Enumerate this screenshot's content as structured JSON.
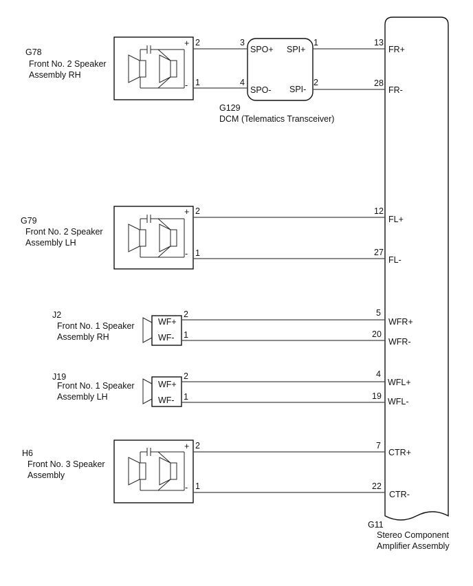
{
  "amplifier": {
    "code": "G11",
    "name_line1": "Stereo Component",
    "name_line2": "Amplifier Assembly"
  },
  "dcm": {
    "code": "G129",
    "name": "DCM (Telematics Transceiver)",
    "in_plus": "SPO+",
    "in_minus": "SPO-",
    "out_plus": "SPI+",
    "out_minus": "SPI-",
    "in_plus_pin": "3",
    "in_minus_pin": "4",
    "out_plus_pin": "1",
    "out_minus_pin": "2"
  },
  "speakers": [
    {
      "code": "G78",
      "name_line1": "Front No. 2 Speaker",
      "name_line2": "Assembly RH",
      "plus_sign": "+",
      "minus_sign": "-",
      "plus_pin": "2",
      "minus_pin": "1",
      "amp_plus_pin": "13",
      "amp_minus_pin": "28",
      "amp_plus_sig": "FR+",
      "amp_minus_sig": "FR-"
    },
    {
      "code": "G79",
      "name_line1": "Front No. 2 Speaker",
      "name_line2": "Assembly LH",
      "plus_sign": "+",
      "minus_sign": "-",
      "plus_pin": "2",
      "minus_pin": "1",
      "amp_plus_pin": "12",
      "amp_minus_pin": "27",
      "amp_plus_sig": "FL+",
      "amp_minus_sig": "FL-"
    },
    {
      "code": "J2",
      "name_line1": "Front No. 1 Speaker",
      "name_line2": "Assembly RH",
      "plus_sign": "WF+",
      "minus_sign": "WF-",
      "plus_pin": "2",
      "minus_pin": "1",
      "amp_plus_pin": "5",
      "amp_minus_pin": "20",
      "amp_plus_sig": "WFR+",
      "amp_minus_sig": "WFR-"
    },
    {
      "code": "J19",
      "name_line1": "Front No. 1 Speaker",
      "name_line2": "Assembly LH",
      "plus_sign": "WF+",
      "minus_sign": "WF-",
      "plus_pin": "2",
      "minus_pin": "1",
      "amp_plus_pin": "4",
      "amp_minus_pin": "19",
      "amp_plus_sig": "WFL+",
      "amp_minus_sig": "WFL-"
    },
    {
      "code": "H6",
      "name_line1": "Front No. 3 Speaker",
      "name_line2": "Assembly",
      "plus_sign": "+",
      "minus_sign": "-",
      "plus_pin": "2",
      "minus_pin": "1",
      "amp_plus_pin": "7",
      "amp_minus_pin": "22",
      "amp_plus_sig": "CTR+",
      "amp_minus_sig": "CTR-"
    }
  ]
}
